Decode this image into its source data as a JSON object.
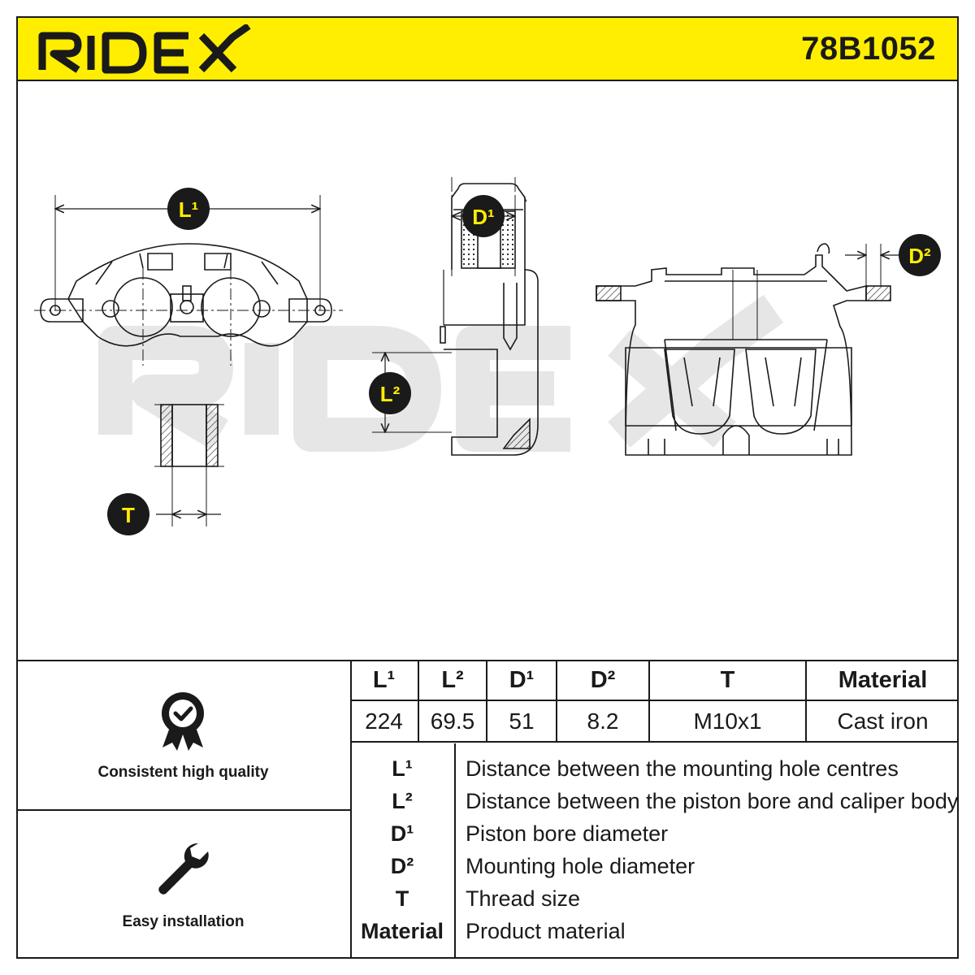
{
  "header": {
    "brand": "RIDEX",
    "part_number": "78B1052"
  },
  "drawing": {
    "watermark": "RIDEX",
    "dimension_markers": [
      "L¹",
      "D¹",
      "D²",
      "L²",
      "T"
    ],
    "marker_color": "#ffee00"
  },
  "features": [
    {
      "icon": "quality-badge-icon",
      "label": "Consistent high quality"
    },
    {
      "icon": "wrench-icon",
      "label": "Easy installation"
    }
  ],
  "specs": {
    "headers": [
      "L¹",
      "L²",
      "D¹",
      "D²",
      "T",
      "Material"
    ],
    "values": [
      "224",
      "69.5",
      "51",
      "8.2",
      "M10x1",
      "Cast iron"
    ]
  },
  "legend": [
    {
      "abbr": "L¹",
      "desc": "Distance between the mounting hole centres"
    },
    {
      "abbr": "L²",
      "desc": "Distance between the piston bore and caliper body"
    },
    {
      "abbr": "D¹",
      "desc": "Piston bore diameter"
    },
    {
      "abbr": "D²",
      "desc": "Mounting hole diameter"
    },
    {
      "abbr": "T",
      "desc": "Thread size"
    },
    {
      "abbr": "Material",
      "desc": "Product material"
    }
  ],
  "colors": {
    "brand_yellow": "#ffee00",
    "line": "#1a1a1a",
    "watermark": "#e6e6e6"
  }
}
